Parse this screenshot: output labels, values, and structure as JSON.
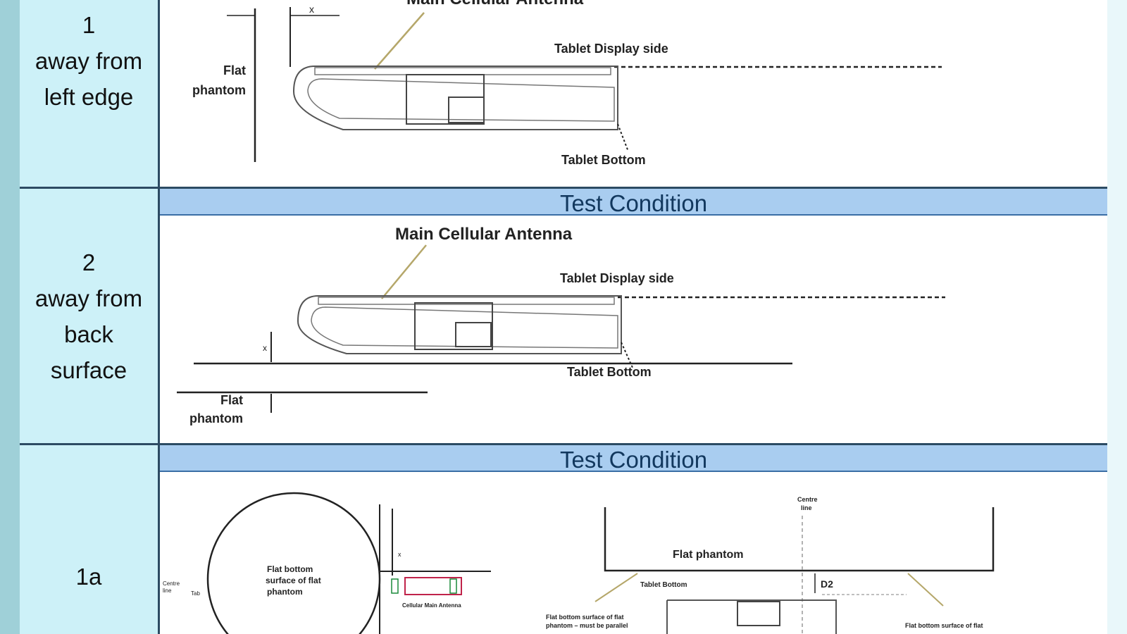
{
  "rows": [
    {
      "number": "1",
      "lines": [
        "away from",
        "left edge"
      ]
    },
    {
      "number": "2",
      "lines": [
        "away from",
        "back",
        "surface"
      ]
    },
    {
      "number": "1a",
      "lines": []
    }
  ],
  "header_label": "Test Condition",
  "row1": {
    "antenna_label": "Main Cellular Antenna",
    "display_side": "Tablet Display side",
    "bottom": "Tablet Bottom",
    "phantom_line1": "Flat",
    "phantom_line2": "phantom",
    "dim_label": "x"
  },
  "row2": {
    "antenna_label": "Main Cellular Antenna",
    "display_side": "Tablet Display side",
    "bottom": "Tablet Bottom",
    "phantom_line1": "Flat",
    "phantom_line2": "phantom",
    "dim_label": "x"
  },
  "row3": {
    "circle_text_1": "Flat bottom",
    "circle_text_2": "surface of flat",
    "circle_text_3": "phantom",
    "centre_line_1": "Centre",
    "centre_line_2": "line",
    "small_label": "Tab",
    "dim_label": "x",
    "antenna_small": "Cellular Main Antenna",
    "centre_right_1": "Centre",
    "centre_right_2": "line",
    "flat_phantom": "Flat phantom",
    "tablet_bottom": "Tablet Bottom",
    "d2": "D2",
    "note_left_1": "Flat bottom surface of flat",
    "note_left_2": "phantom – must be parallel",
    "note_right": "Flat bottom surface of flat"
  }
}
